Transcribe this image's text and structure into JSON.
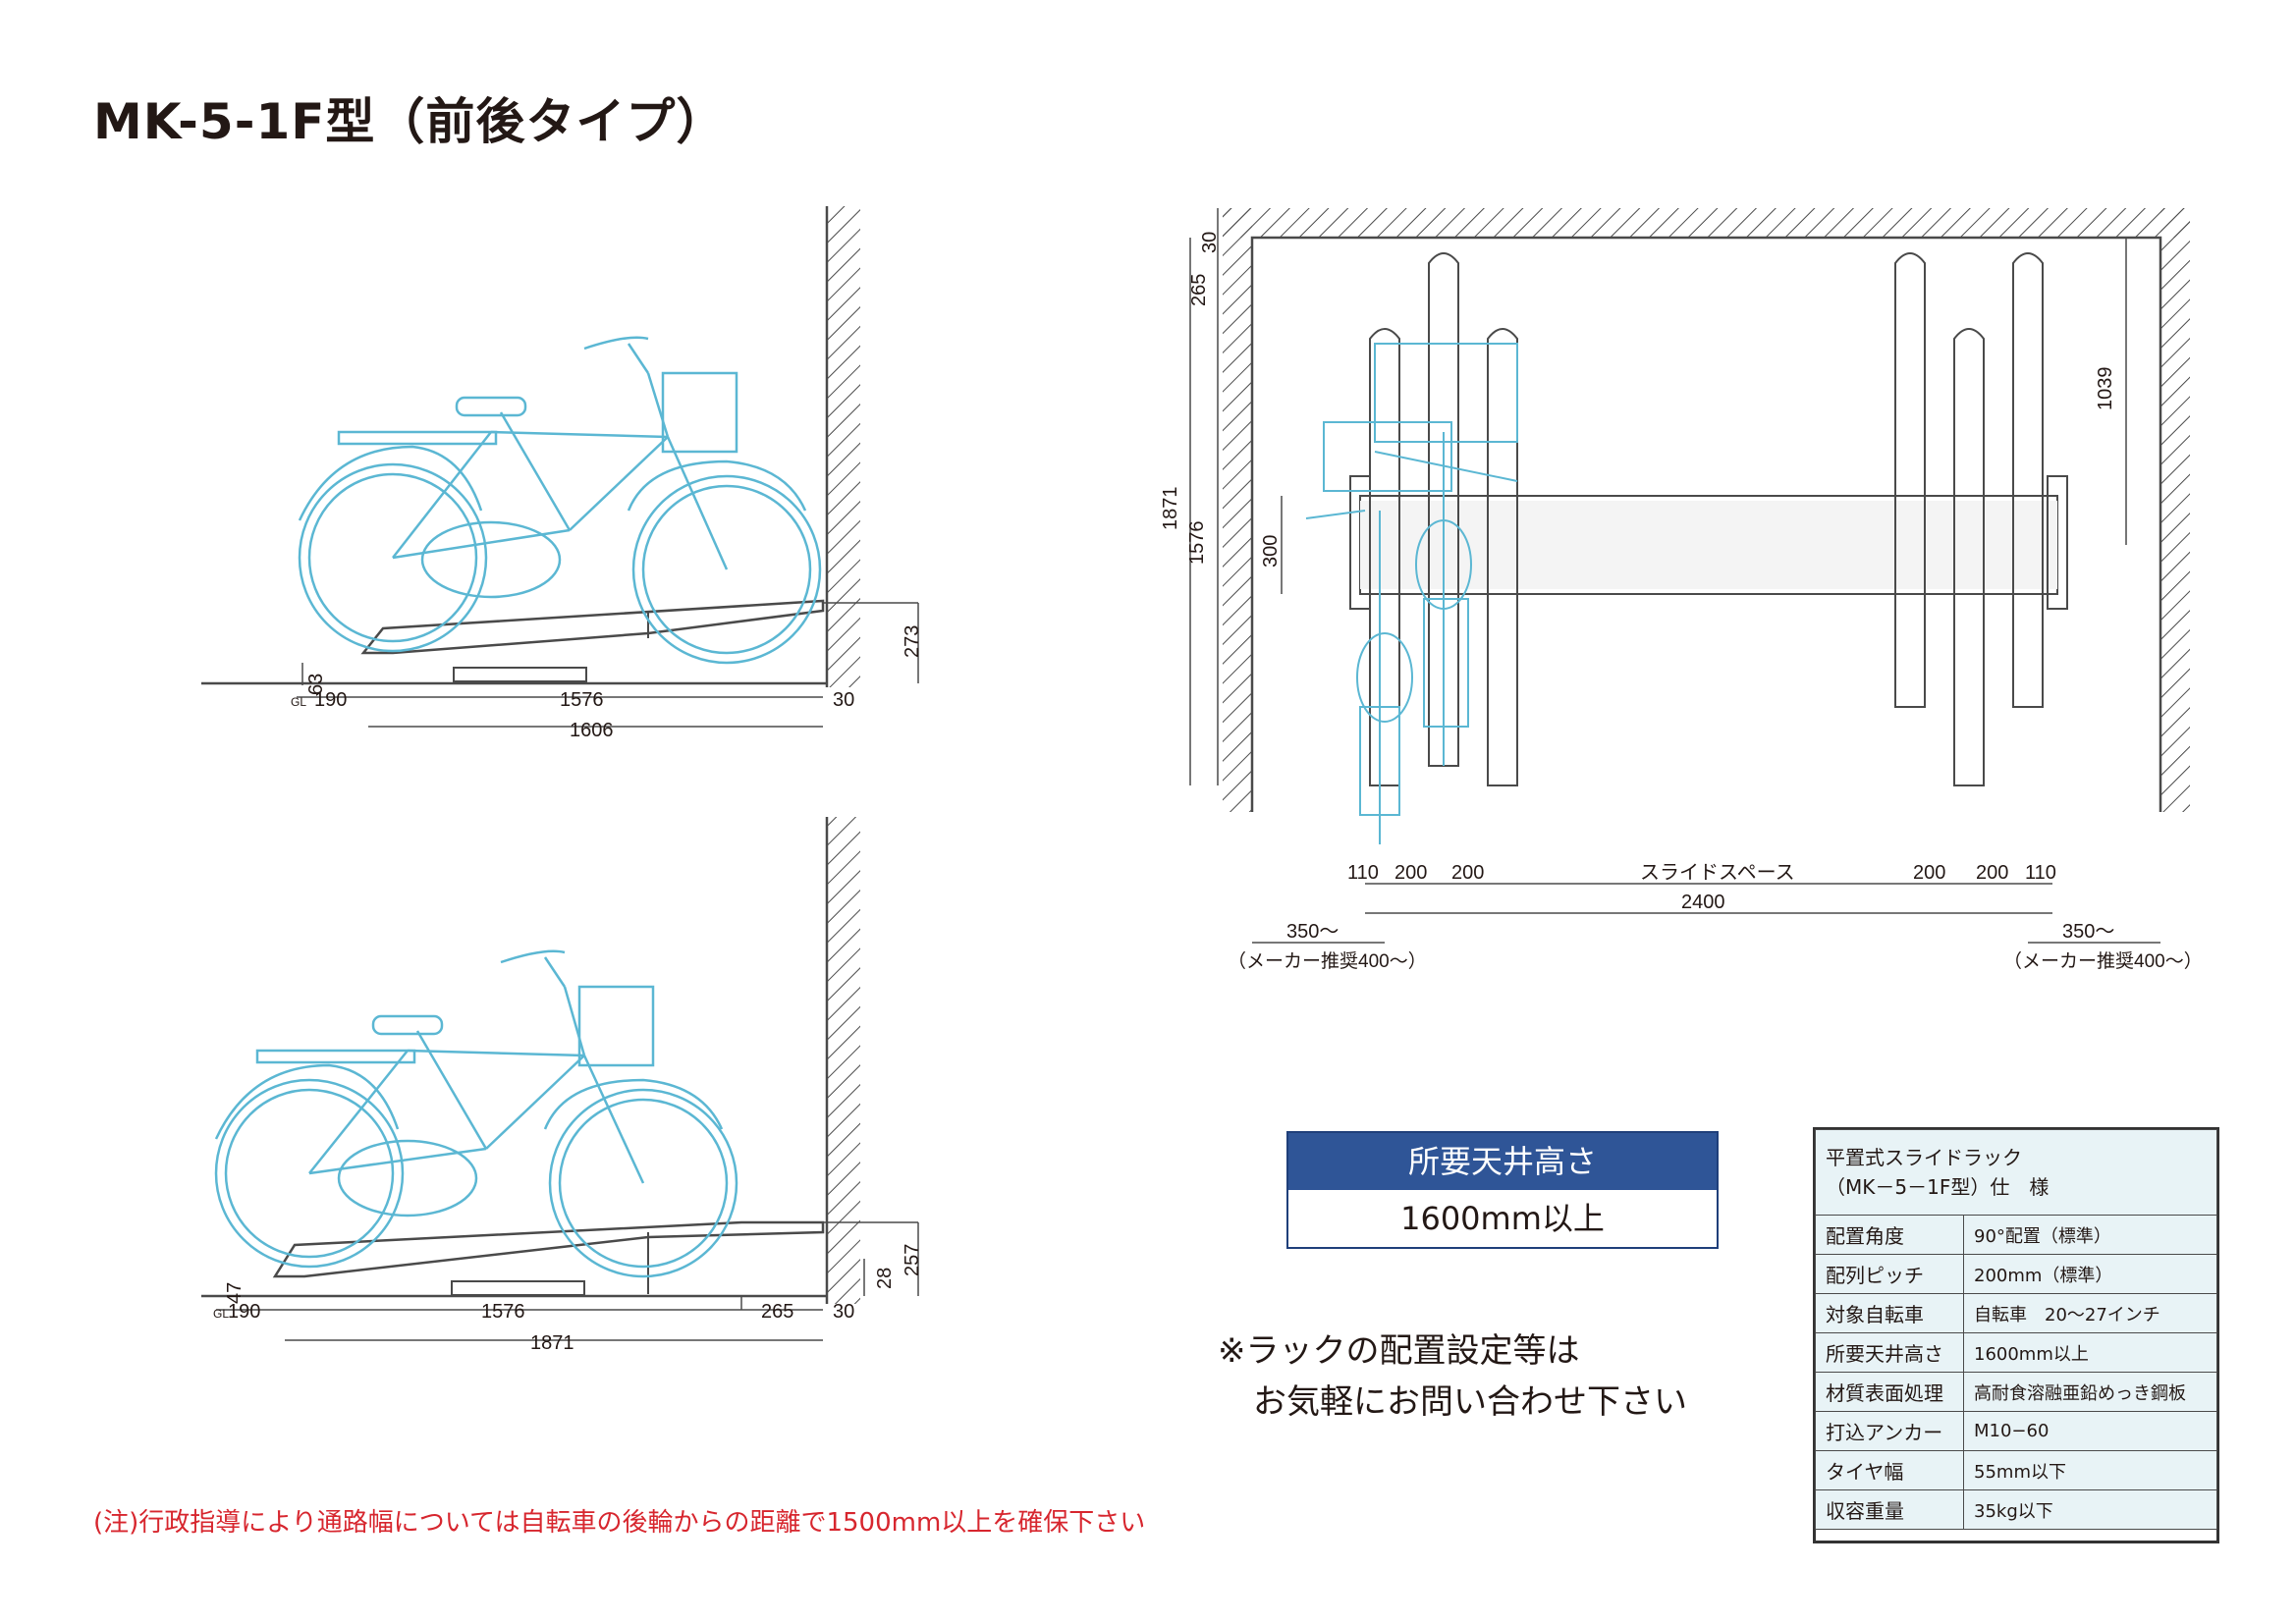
{
  "title": "MK-5-1F型（前後タイプ）",
  "ceiling_box": {
    "header": "所要天井高さ",
    "value": "1600mm以上"
  },
  "contact_note": {
    "line1": "※ラックの配置設定等は",
    "line2": "お気軽にお問い合わせ下さい"
  },
  "footer_note": "(注)行政指導により通路幅については自転車の後輪からの距離で1500mm以上を確保下さい",
  "spec_table": {
    "header_line1": "平置式スライドラック",
    "header_line2": "（MK－5－1F型）仕　様",
    "rows": [
      {
        "label": "配置角度",
        "value": "90°配置（標準）"
      },
      {
        "label": "配列ピッチ",
        "value": "200mm（標準）"
      },
      {
        "label": "対象自転車",
        "value": "自転車　20〜27インチ"
      },
      {
        "label": "所要天井高さ",
        "value": "1600mm以上"
      },
      {
        "label": "材質表面処理",
        "value": "高耐食溶融亜鉛めっき鋼板"
      },
      {
        "label": "打込アンカー",
        "value": "M10−60"
      },
      {
        "label": "タイヤ幅",
        "value": "55mm以下"
      },
      {
        "label": "収容重量",
        "value": "35kg以下"
      }
    ]
  },
  "side_view_top": {
    "dim_1606": "1606",
    "dim_1576": "1576",
    "dim_190": "190",
    "dim_30": "30",
    "dim_63": "63",
    "dim_273": "273",
    "gl": "GL"
  },
  "side_view_bottom": {
    "dim_1871": "1871",
    "dim_1576": "1576",
    "dim_265": "265",
    "dim_190": "190",
    "dim_30": "30",
    "dim_47": "47",
    "dim_28": "28",
    "dim_257": "257",
    "gl": "GL"
  },
  "plan_view": {
    "dim_30": "30",
    "dim_265": "265",
    "dim_1871": "1871",
    "dim_1576": "1576",
    "dim_300": "300",
    "dim_1039": "1039",
    "pitch_110_left": "110",
    "pitch_200_a": "200",
    "pitch_200_b": "200",
    "slide_space": "スライドスペース",
    "pitch_200_c": "200",
    "pitch_200_d": "200",
    "pitch_110_right": "110",
    "dim_2400": "2400",
    "clear_left": "350〜",
    "clear_left_note": "（メーカー推奨400〜）",
    "clear_right": "350〜",
    "clear_right_note": "（メーカー推奨400〜）"
  },
  "colors": {
    "bike": "#5bb7d3",
    "line": "#4a4a4a",
    "header_blue": "#2f5597",
    "note_red": "#d7262e",
    "table_bg": "#e8f3f6"
  }
}
